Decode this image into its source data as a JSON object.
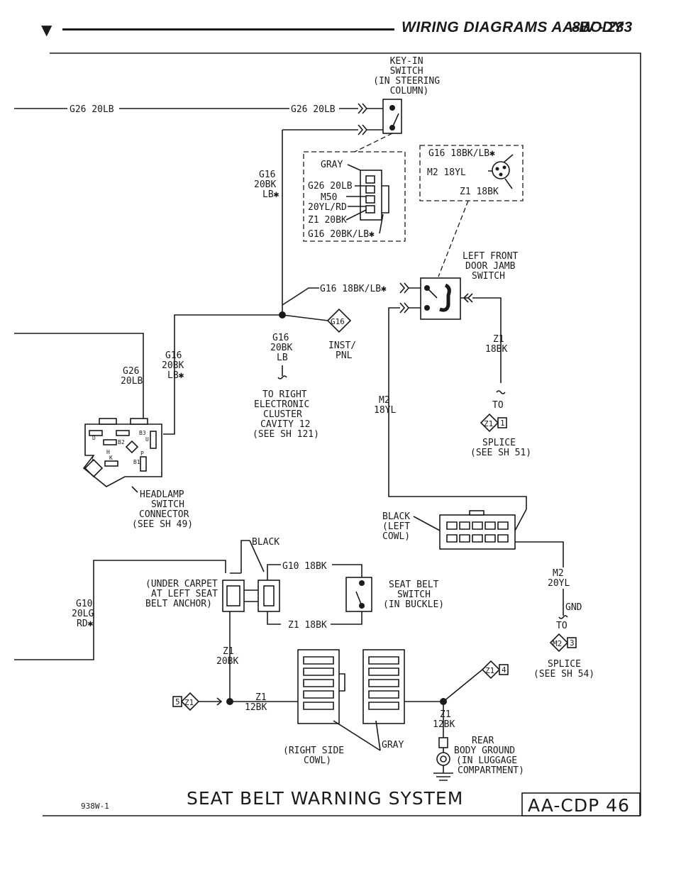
{
  "header": {
    "title": "WIRING DIAGRAMS AA-BODY",
    "page": "8W - 233"
  },
  "footer": {
    "code": "938W-1",
    "title": "SEAT BELT WARNING SYSTEM",
    "ref": "AA-CDP 46"
  },
  "key_switch": {
    "lines": [
      "KEY-IN",
      "SWITCH",
      "(IN STEERING",
      "COLUMN)"
    ]
  },
  "wires": {
    "g26_left": "G26 20LB",
    "g26_right": "G26 20LB",
    "g16_vert": [
      "G16",
      "20BK",
      "LB✱"
    ],
    "g16_18": "G16 18BK/LB✱",
    "g16_lower": [
      "G16",
      "20BK",
      "LB"
    ],
    "g26_lower": [
      "G26",
      "20LB"
    ],
    "g16_left": [
      "G16",
      "20BK",
      "LB✱"
    ],
    "z1_18bk": [
      "Z1",
      "18BK"
    ],
    "m2_18yl": [
      "M2",
      "18YL"
    ],
    "g10_18bk": "G10 18BK",
    "z1_18bk_b": "Z1 18BK",
    "g10_20lg": [
      "G10",
      "20LG",
      "RD✱"
    ],
    "m2_20yl": [
      "M2",
      "20YL"
    ],
    "z1_20bk": [
      "Z1",
      "20BK"
    ],
    "z1_12bk_a": [
      "Z1",
      "12BK"
    ],
    "z1_12bk_b": [
      "Z1",
      "12BK"
    ]
  },
  "connector_box": {
    "color": "GRAY",
    "pins": [
      "G26 20LB",
      "M50",
      "20YL/RD",
      "Z1 20BK",
      "G16 20BK/LB✱"
    ]
  },
  "door_box": {
    "pins": [
      "G16 18BK/LB✱",
      "M2 18YL",
      "Z1 18BK"
    ]
  },
  "door_switch": {
    "lines": [
      "LEFT FRONT",
      "DOOR JAMB",
      "SWITCH"
    ]
  },
  "inst_pnl": {
    "badge": "G16",
    "lines": [
      "INST/",
      "PNL"
    ]
  },
  "to_right": {
    "lines": [
      "TO RIGHT",
      "ELECTRONIC",
      "CLUSTER",
      "CAVITY 12",
      "(SEE SH 121)"
    ]
  },
  "splice_z1": {
    "to": "TO",
    "badge": "Z1",
    "num": "1",
    "lines": [
      "SPLICE",
      "(SEE SH 51)"
    ]
  },
  "headlamp": {
    "lines": [
      "HEADLAMP",
      "SWITCH",
      "CONNECTOR",
      "(SEE SH 49)"
    ],
    "pins": [
      "B3",
      "B2",
      "U",
      "H",
      "P",
      "I",
      "K",
      "B1",
      "D"
    ]
  },
  "black_left_cowl": {
    "lines": [
      "BLACK",
      "(LEFT",
      "COWL)"
    ]
  },
  "black_label": "BLACK",
  "under_carpet": {
    "lines": [
      "(UNDER CARPET",
      "AT LEFT SEAT",
      "BELT ANCHOR)"
    ]
  },
  "seat_belt": {
    "lines": [
      "SEAT BELT",
      "SWITCH",
      "(IN BUCKLE)"
    ]
  },
  "gnd": {
    "label": "GND",
    "to": "TO",
    "badge": "M2",
    "num": "3",
    "lines": [
      "SPLICE",
      "(SEE SH 54)"
    ]
  },
  "splice_z1_4": {
    "badge": "Z1",
    "num": "4"
  },
  "splice_z1_5": {
    "badge": "Z1",
    "num": "5"
  },
  "gray_right": "GRAY",
  "right_side_cowl": {
    "lines": [
      "(RIGHT SIDE",
      "COWL)"
    ]
  },
  "rear_ground": {
    "lines": [
      "REAR",
      "BODY GROUND",
      "(IN LUGGAGE",
      "COMPARTMENT)"
    ]
  }
}
